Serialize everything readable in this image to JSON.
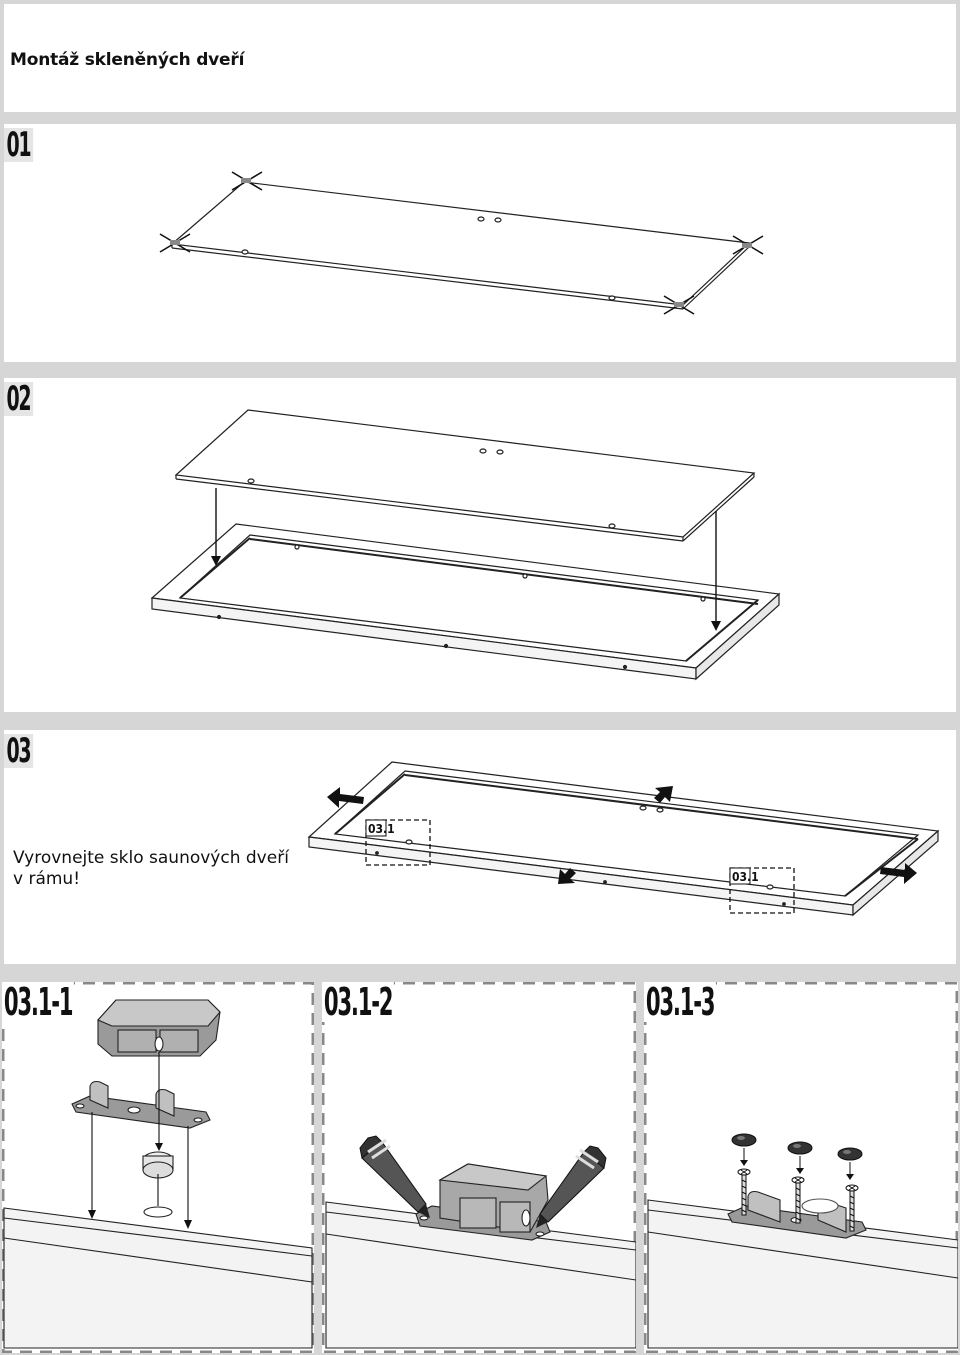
{
  "document": {
    "title": "Montáž skleněných dveří"
  },
  "steps": [
    {
      "id": "01"
    },
    {
      "id": "02"
    },
    {
      "id": "03",
      "instruction": "Vyrovnejte sklo saunových dveří v rámu!",
      "callouts": [
        "03.1",
        "03.1"
      ]
    }
  ],
  "substeps": [
    {
      "id": "03.1-1"
    },
    {
      "id": "03.1-2"
    },
    {
      "id": "03.1-3"
    }
  ],
  "icons": [
    "cross-mark-icon",
    "arrow-down-icon",
    "push-arrow-icon",
    "pencil-icon",
    "screw-icon",
    "cap-icon"
  ]
}
